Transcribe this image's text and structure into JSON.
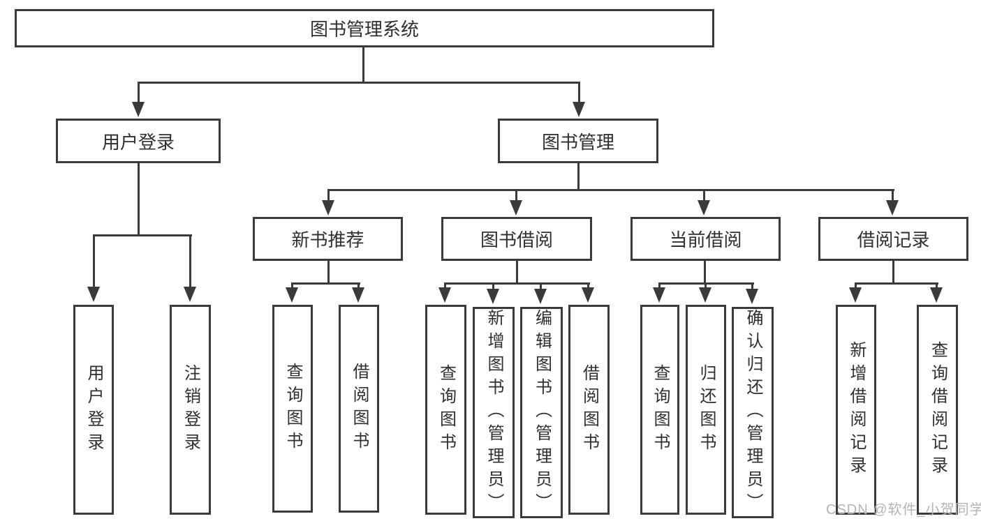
{
  "nodes": {
    "root": "图书管理系统",
    "user_login": "用户登录",
    "book_mgmt": "图书管理",
    "new_book_rec": "新书推荐",
    "book_borrow": "图书借阅",
    "current_borrow": "当前借阅",
    "borrow_record": "借阅记录",
    "leaves": {
      "user": [
        "用户登录",
        "注销登录"
      ],
      "new_book": [
        "查询图书",
        "借阅图书"
      ],
      "borrow": [
        "查询图书",
        "新增图书（管理员）",
        "编辑图书（管理员）",
        "借阅图书"
      ],
      "current": [
        "查询图书",
        "归还图书",
        "确认归还（管理员）"
      ],
      "record": [
        "新增借阅记录",
        "查询借阅记录"
      ]
    }
  },
  "watermark": {
    "text": "CSDN @软件_小贺同学",
    "color": "#b4b4b4"
  },
  "colors": {
    "line": "#3a3a3a",
    "border": "#3a3a3a",
    "text": "#2f2f2f",
    "background": "#ffffff"
  }
}
